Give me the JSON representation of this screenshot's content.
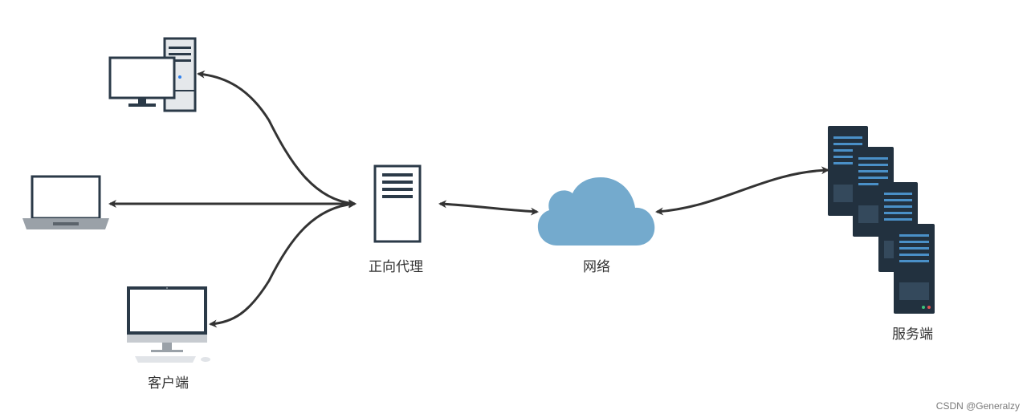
{
  "labels": {
    "proxy": "正向代理",
    "network": "网络",
    "server": "服务端",
    "client": "客户端"
  },
  "watermark": "CSDN @Generalzy",
  "colors": {
    "arrow": "#333333",
    "cloud": "#74aacd",
    "server_rack": "#22313f",
    "server_stripe": "#4a90c8",
    "device_frame": "#2b3a48",
    "desktop_silver": "#c7cbd0"
  },
  "icons": [
    "desktop-tower-icon",
    "laptop-icon",
    "imac-icon",
    "proxy-server-icon",
    "cloud-icon",
    "server-cluster-icon"
  ]
}
